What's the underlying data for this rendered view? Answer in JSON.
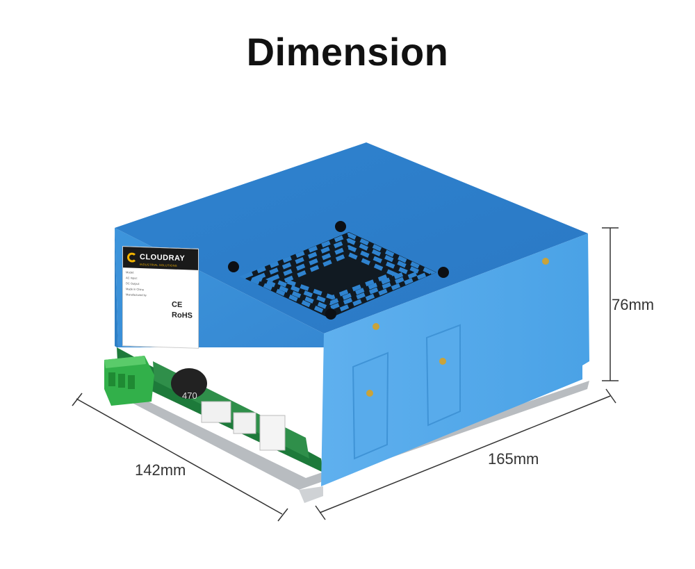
{
  "title": "Dimension",
  "product": {
    "brand_icon": "cloudray-logo-icon",
    "brand_name": "CLOUDRAY",
    "brand_tagline": "INDUSTRIAL SOLUTIONS",
    "sticker_lines": [
      "Model:",
      "AC Input:",
      "DC Output:",
      "Made in China",
      "Manufactured by"
    ],
    "cert_ce": "CE",
    "cert_rohs": "RoHS",
    "body_color": "#3a8fd6",
    "label_capacitor": "470"
  },
  "dimensions": {
    "height": "76mm",
    "width": "142mm",
    "length": "165mm"
  }
}
